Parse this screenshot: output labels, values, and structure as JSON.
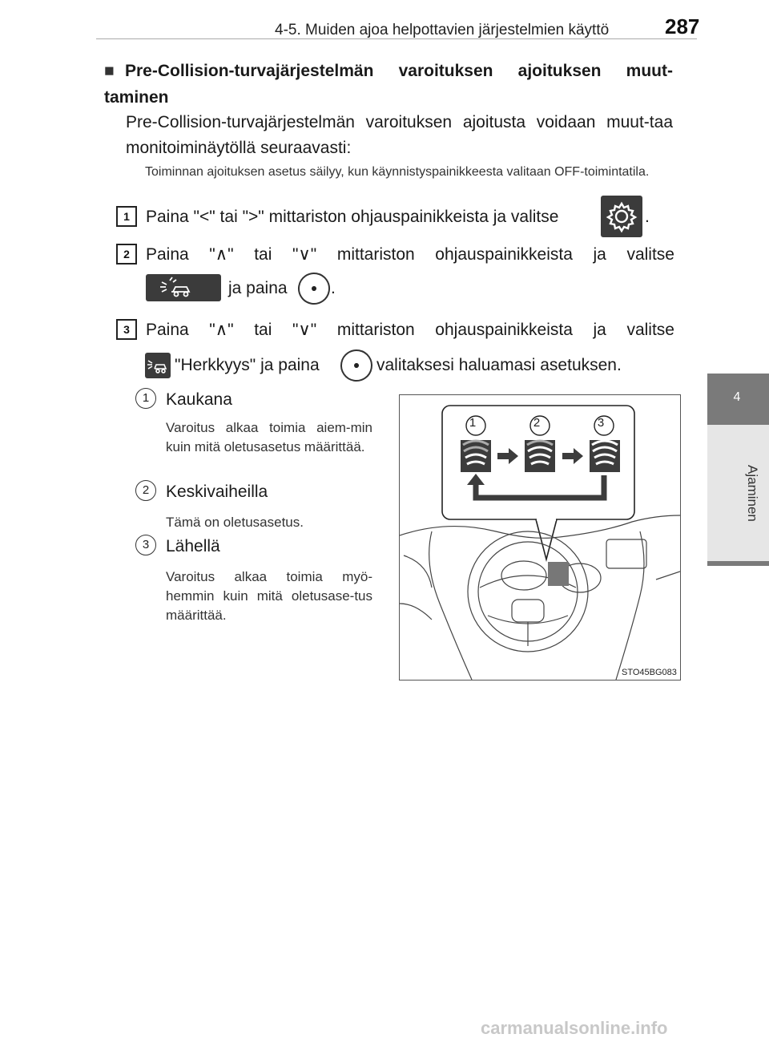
{
  "header": {
    "title": "4-5. Muiden ajoa helpottavien järjestelmien käyttö",
    "page_number": "287"
  },
  "side_tab": {
    "number": "4",
    "label": "Ajaminen"
  },
  "section": {
    "heading": "Pre-Collision-turvajärjestelmän varoituksen ajoituksen muut-taminen",
    "bullet": "■",
    "intro": "Pre-Collision-turvajärjestelmän varoituksen ajoitusta voidaan muut-taa monitoiminäytöllä seuraavasti:",
    "note": "Toiminnan ajoituksen asetus säilyy, kun käynnistyspainikkeesta valitaan OFF-toimintatila."
  },
  "steps": [
    {
      "number": "1",
      "text_before": "Paina \"<\" tai \">\" mittariston ohjauspainikkeista ja valitse",
      "text_after": "."
    },
    {
      "number": "2",
      "line1": "Paina \"∧\" tai \"∨\" mittariston ohjauspainikkeista ja valitse",
      "line2_mid": "ja paina",
      "line2_end": "."
    },
    {
      "number": "3",
      "line1": "Paina \"∧\" tai \"∨\" mittariston ohjauspainikkeista ja valitse",
      "line2_mid": "\"Herkkyys\" ja paina",
      "line2_end": "valitaksesi haluamasi asetuksen."
    }
  ],
  "options": [
    {
      "number": "1",
      "title": "Kaukana",
      "description": "Varoitus alkaa toimia aiem-min kuin mitä oletusasetus määrittää."
    },
    {
      "number": "2",
      "title": "Keskivaiheilla",
      "description": "Tämä on oletusasetus."
    },
    {
      "number": "3",
      "title": "Lähellä",
      "description": "Varoitus alkaa toimia myö-hemmin kuin mitä oletusase-tus määrittää."
    }
  ],
  "figure": {
    "labels": [
      "1",
      "2",
      "3"
    ],
    "code": "STO45BG083"
  },
  "footer": {
    "watermark": "carmanualsonline.info"
  },
  "colors": {
    "side_tab_dark": "#7a7a7a",
    "side_tab_light": "#e6e6e6",
    "button_dark": "#3b3b3b",
    "watermark": "#c8c8c8"
  },
  "icons": [
    "settings-gear-icon",
    "pcs-sensitivity-icon",
    "enter-button-icon",
    "warning-timing-icon",
    "arrow-right-icon"
  ]
}
